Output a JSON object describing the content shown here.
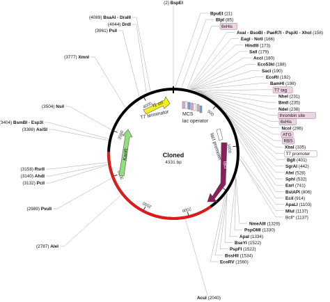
{
  "map": {
    "name": "Cloned",
    "size": "4331 bp",
    "colors": {
      "backbone": "#000000",
      "insert": "#e0191b",
      "f1_ori": "#f2ef1e",
      "kanr": "#8fe07a",
      "laci": "#8a1f5c",
      "lacI_promoter": "#ffffff",
      "tag_fill": "#ead6e2",
      "tag_border": "#b07090"
    },
    "ticks": [
      "500",
      "1000",
      "1500",
      "2000",
      "2500",
      "3000",
      "3500",
      "4000"
    ],
    "features": {
      "f1_ori": "f1 ori",
      "t7_terminator": "T7 terminator",
      "kanr": "KanR",
      "laci": "lacI",
      "laci_promoter": "lacI promoter",
      "mcs": "MCS",
      "lac_operator": "lac operator"
    },
    "right_sites": [
      {
        "pre": "",
        "name": "BpuEI",
        "pos": "(21)"
      },
      {
        "pre": "",
        "name": "BlpI",
        "pos": "(85)"
      },
      {
        "pre": "",
        "name": "6xHis",
        "pos": "",
        "boxed": true
      },
      {
        "pre": "",
        "name": "AvaI - BsoBI - PaeR7I - PspXI - XhoI",
        "pos": "(158)"
      },
      {
        "pre": "",
        "name": "EagI - NotI",
        "pos": "(166)"
      },
      {
        "pre": "",
        "name": "HindIII",
        "pos": "(173)"
      },
      {
        "pre": "",
        "name": "SalI",
        "pos": "(179)"
      },
      {
        "pre": "",
        "name": "AccI",
        "pos": "(180)"
      },
      {
        "pre": "",
        "name": "Eco53kI",
        "pos": "(188)"
      },
      {
        "pre": "",
        "name": "SacI",
        "pos": "(190)"
      },
      {
        "pre": "",
        "name": "EcoRI",
        "pos": "(192)"
      },
      {
        "pre": "",
        "name": "BamHI",
        "pos": "(198)"
      },
      {
        "pre": "",
        "name": "T7 tag",
        "pos": "",
        "boxed": true
      },
      {
        "pre": "",
        "name": "NheI",
        "pos": "(231)"
      },
      {
        "pre": "",
        "name": "BmtI",
        "pos": "(235)"
      },
      {
        "pre": "",
        "name": "NdeI",
        "pos": "(238)"
      },
      {
        "pre": "",
        "name": "thrombin site",
        "pos": "",
        "boxed": true
      },
      {
        "pre": "",
        "name": "6xHis",
        "pos": "",
        "boxed": true
      },
      {
        "pre": "",
        "name": "NcoI",
        "pos": "(296)"
      },
      {
        "pre": "",
        "name": "ATG",
        "pos": "",
        "boxed": true
      },
      {
        "pre": "",
        "name": "RBS",
        "pos": "",
        "boxed": true
      },
      {
        "pre": "",
        "name": "XbaI",
        "pos": "(335)"
      },
      {
        "pre": "",
        "name": "T7 promoter",
        "pos": "",
        "boxed": true,
        "white": true
      },
      {
        "pre": "",
        "name": "BglI",
        "pos": "(401)"
      },
      {
        "pre": "",
        "name": "SgrAI",
        "pos": "(442)"
      },
      {
        "pre": "",
        "name": "AfeI",
        "pos": "(528)"
      },
      {
        "pre": "",
        "name": "SphI",
        "pos": "(532)"
      },
      {
        "pre": "",
        "name": "EarI",
        "pos": "(741)"
      },
      {
        "pre": "",
        "name": "BstAPI",
        "pos": "(806)"
      },
      {
        "pre": "",
        "name": "EciI",
        "pos": "(914)"
      },
      {
        "pre": "",
        "name": "ApaLI",
        "pos": "(1103)"
      },
      {
        "pre": "",
        "name": "MluI",
        "pos": "(1137)"
      },
      {
        "pre": "",
        "name": "BclI*",
        "pos": "(1137)",
        "normal": true
      },
      {
        "pre": "",
        "name": "NmeAIII",
        "pos": "(1329)"
      },
      {
        "pre": "",
        "name": "PspOMI",
        "pos": "(1330)"
      },
      {
        "pre": "",
        "name": "ApaI",
        "pos": "(1334)"
      },
      {
        "pre": "",
        "name": "BseYI",
        "pos": "(1522)"
      },
      {
        "pre": "",
        "name": "PspFI",
        "pos": "(1522)"
      },
      {
        "pre": "",
        "name": "BssHII",
        "pos": "(1534)"
      },
      {
        "pre": "",
        "name": "EcoRV",
        "pos": "(1560)"
      }
    ],
    "top_site": {
      "pre": "(2)",
      "name": "BspEI",
      "pos": ""
    },
    "bottom_site": {
      "pre": "",
      "name": "AcuI",
      "pos": "(2040)"
    },
    "left_sites": [
      {
        "pre": "(4089)",
        "name": "BsaAI - DraIII",
        "pos": ""
      },
      {
        "pre": "(4044)",
        "name": "DrdI",
        "pos": ""
      },
      {
        "pre": "(3961)",
        "name": "PsiI",
        "pos": ""
      },
      {
        "pre": "(3777)",
        "name": "XmnI",
        "pos": ""
      },
      {
        "pre": "(3504)",
        "name": "NsiI",
        "pos": ""
      },
      {
        "pre": "(3404)",
        "name": "BsmBI - Esp3I",
        "pos": ""
      },
      {
        "pre": "(3388)",
        "name": "AsiSI",
        "pos": ""
      },
      {
        "pre": "(3158)",
        "name": "RsrII",
        "pos": ""
      },
      {
        "pre": "(3140)",
        "name": "AhdI",
        "pos": ""
      },
      {
        "pre": "(3132)",
        "name": "PciI",
        "pos": ""
      },
      {
        "pre": "(2989)",
        "name": "PvuII",
        "pos": ""
      },
      {
        "pre": "(2787)",
        "name": "AleI",
        "pos": ""
      }
    ]
  }
}
